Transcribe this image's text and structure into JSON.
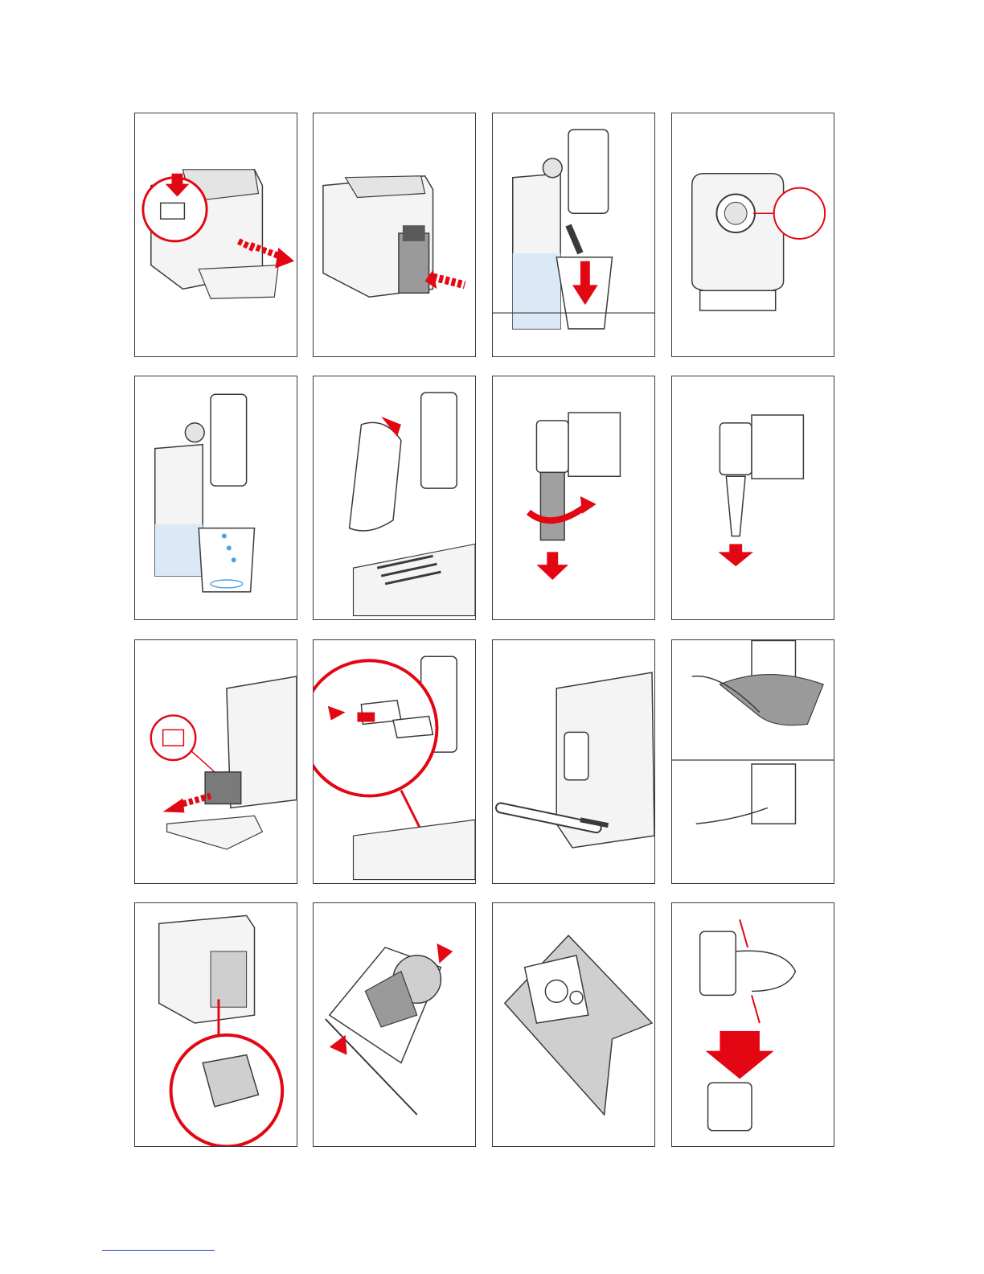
{
  "page": {
    "type": "instruction-illustration-sheet",
    "accent_color": "#e30613",
    "line_color": "#3a3a3a",
    "machine_color": "#f4f4f4",
    "shade_color": "#cfcfcf",
    "water_color": "#dbe9f7"
  },
  "panels": [
    {
      "id": 1,
      "icon": "remove-milk-carafe-icon"
    },
    {
      "id": 2,
      "icon": "insert-milk-container-icon"
    },
    {
      "id": 3,
      "icon": "dispense-into-cup-icon"
    },
    {
      "id": 4,
      "icon": "froth-dial-icon"
    },
    {
      "id": 5,
      "icon": "water-dispensing-icon"
    },
    {
      "id": 6,
      "icon": "wipe-nozzle-icon"
    },
    {
      "id": 7,
      "icon": "rotate-remove-tube-icon"
    },
    {
      "id": 8,
      "icon": "pull-out-tube-icon"
    },
    {
      "id": 9,
      "icon": "remove-grounds-container-icon"
    },
    {
      "id": 10,
      "icon": "press-tray-button-icon"
    },
    {
      "id": 11,
      "icon": "vacuum-clean-icon"
    },
    {
      "id": 12,
      "icon": "wipe-cloth-icon"
    },
    {
      "id": 13,
      "icon": "open-infuser-door-icon"
    },
    {
      "id": 14,
      "icon": "remove-infuser-icon"
    },
    {
      "id": 15,
      "icon": "infuser-unit-icon"
    },
    {
      "id": 16,
      "icon": "reinsert-infuser-icon"
    }
  ]
}
